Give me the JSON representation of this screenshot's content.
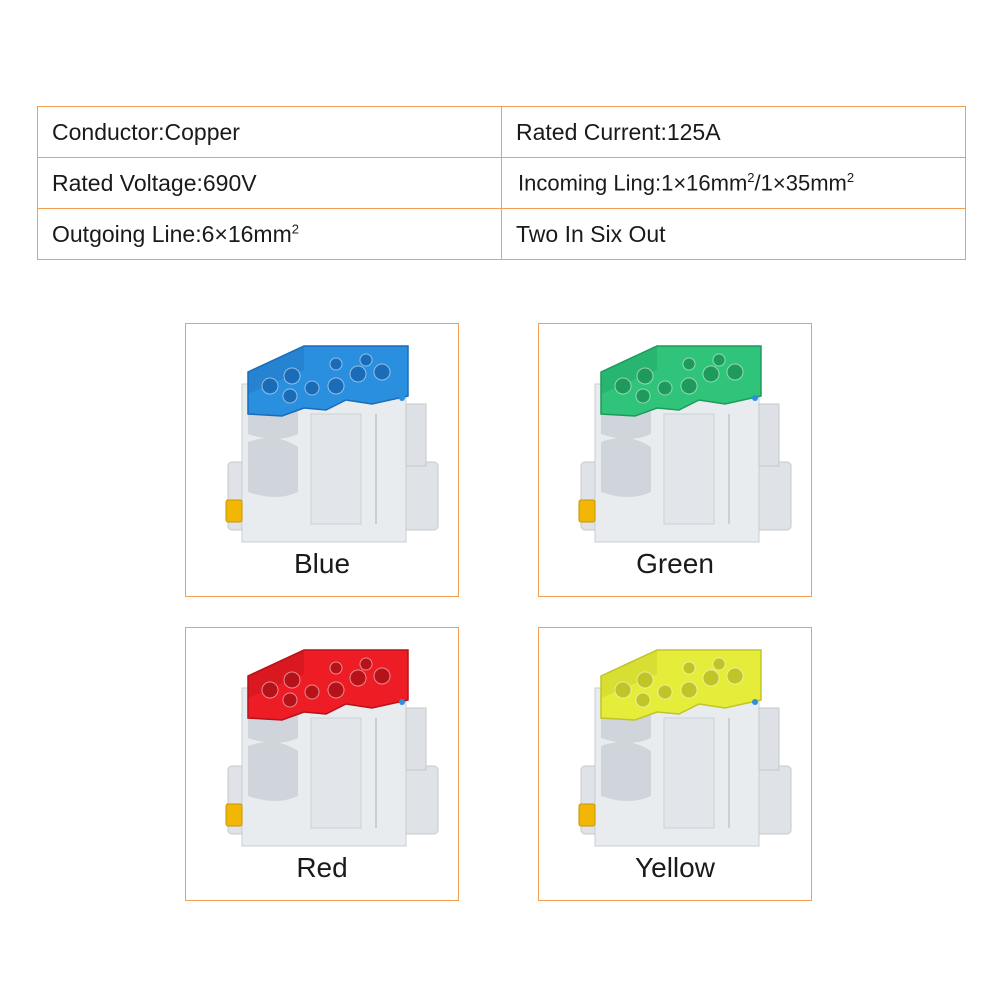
{
  "specs": {
    "conductor": "Conductor:Copper",
    "rated_current": "Rated Current:125A",
    "rated_voltage": "Rated Voltage:690V",
    "incoming_line_prefix": "Incoming Ling:1×16mm",
    "incoming_line_mid": "/1×35mm",
    "outgoing_line_prefix": "Outgoing Line:6×16mm",
    "superscript": "2",
    "configuration": "Two In Six Out"
  },
  "variants": [
    {
      "label": "Blue",
      "cover_color": "#2b8fe0",
      "cover_shade": "#1a6cb8"
    },
    {
      "label": "Green",
      "cover_color": "#2fc47a",
      "cover_shade": "#1e9a5c"
    },
    {
      "label": "Red",
      "cover_color": "#ee1c24",
      "cover_shade": "#b5121a"
    },
    {
      "label": "Yellow",
      "cover_color": "#e6ec3a",
      "cover_shade": "#bfc526"
    }
  ],
  "colors": {
    "border_accent": "#f0a050",
    "housing": "#e9ecef",
    "clip": "#f2b705"
  }
}
